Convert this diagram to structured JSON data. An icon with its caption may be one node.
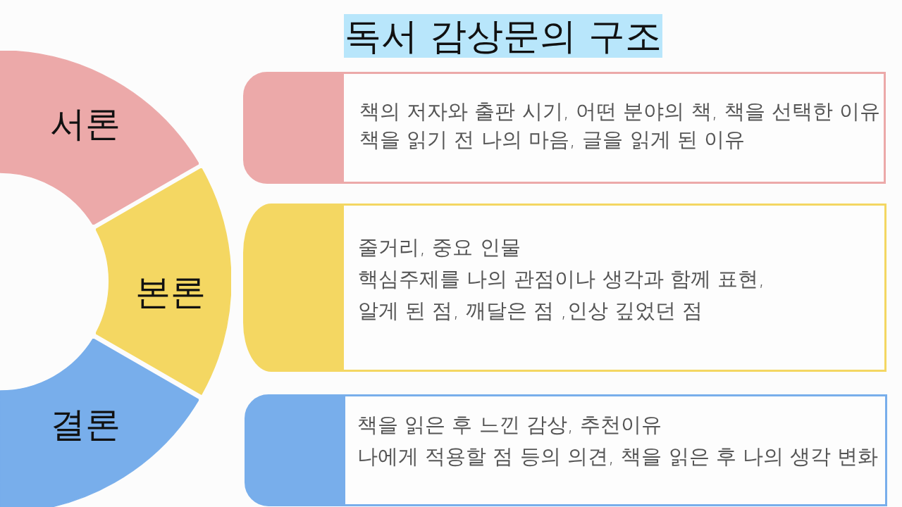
{
  "diagram": {
    "title": "독서 감상문의 구조",
    "nodes": [
      {
        "text": [
          "서론"
        ]
      },
      {
        "text": [
          "본론"
        ]
      },
      {
        "text": [
          "결론"
        ]
      },
      {
        "text": [
          "책의 저자와 출판 시기, 어떤 분야의 책, 책을 선택한 이유",
          "책을 읽기 전 나의 마음, 글을 읽게 된 이유"
        ]
      },
      {
        "text": [
          "줄거리, 중요 인물",
          "핵심주제를 나의 관점이나 생각과 함께 표현,",
          "알게 된 점, 깨달은 점 ,인상 깊었던 점"
        ]
      },
      {
        "text": [
          "책을 읽은 후 느낀 감상, 추천이유",
          "나에게 적용할 점 등의 의견, 책을 읽은 후 나의 생각 변화"
        ]
      }
    ]
  }
}
